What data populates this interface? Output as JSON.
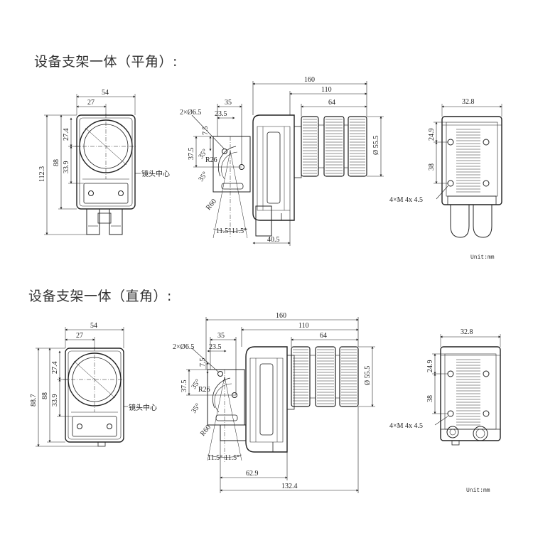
{
  "sections": [
    {
      "title": "设备支架一体（平角）:",
      "unit": "Unit:mm",
      "front": {
        "width_54": "54",
        "center_27": "27",
        "height_112_3": "112.3",
        "height_88": "88",
        "h_27_4": "27.4",
        "h_33_9": "33.9",
        "lens_center": "镜头中心"
      },
      "side": {
        "len_160": "160",
        "len_110": "110",
        "len_35": "35",
        "len_64": "64",
        "len_23_5": "23.5",
        "hole": "2×Ø6.5",
        "v_7_5": "7.5",
        "v_37_5": "37.5",
        "r26": "R26",
        "ang_35a": "35°",
        "ang_35b": "35°",
        "r60": "R60",
        "dia": "Ø 55.5",
        "ang_11_5a": "11.5°",
        "ang_11_5b": "11.5°",
        "bottom": "40.5"
      },
      "back": {
        "width": "32.8",
        "v_24_9": "24.9",
        "v_38": "38",
        "screw": "4×M 4x 4.5"
      }
    },
    {
      "title": "设备支架一体（直角）:",
      "unit": "Unit:mm",
      "front": {
        "width_54": "54",
        "center_27": "27",
        "height_88_7": "88.7",
        "height_88": "88",
        "h_27_4": "27.4",
        "h_33_9": "33.9",
        "lens_center": "镜头中心"
      },
      "side": {
        "len_160": "160",
        "len_110": "110",
        "len_35": "35",
        "len_64": "64",
        "len_23_5": "23.5",
        "hole": "2×Ø6.5",
        "v_7_5": "7.5",
        "v_37_5": "37.5",
        "r26": "R26",
        "ang_35a": "35°",
        "ang_35b": "35°",
        "r60": "R60",
        "dia": "Ø 55.5",
        "ang_11_5a": "11.5°",
        "ang_11_5b": "11.5°",
        "bottom_62_9": "62.9",
        "bottom_132_4": "132.4"
      },
      "back": {
        "width": "32.8",
        "v_24_9": "24.9",
        "v_38": "38",
        "screw": "4×M 4x 4.5"
      }
    }
  ]
}
